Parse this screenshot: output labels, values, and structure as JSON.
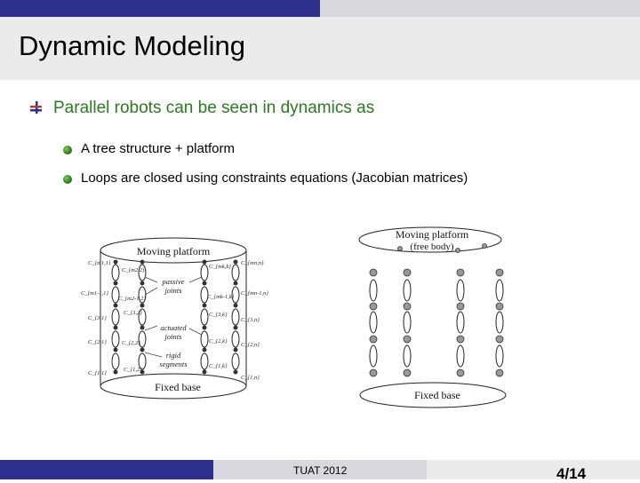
{
  "slide": {
    "title": "Dynamic Modeling",
    "main_bullet": "Parallel robots can be seen in dynamics as",
    "sub_bullets": [
      "A tree structure + platform",
      "Loops are closed using constraints equations (Jacobian matrices)"
    ],
    "footer": "TUAT 2012",
    "page_number": "4/14"
  },
  "figure_left": {
    "platform_label": "Moving platform",
    "base_label": "Fixed base",
    "annotations": [
      "passive",
      "joints",
      "actuated",
      "joints",
      "rigid",
      "segments"
    ],
    "left_column_labels": [
      "C_{m1,1}",
      "C_{m1-1,1}",
      "C_{3,1}",
      "C_{2,1}",
      "C_{1,1}"
    ],
    "second_column_labels": [
      "C_{m2,2}",
      "C_{m2-1,2}",
      "C_{3,2}",
      "C_{2,2}",
      "C_{1,2}"
    ],
    "third_column_labels": [
      "C_{mk,k}",
      "C_{mk-1,k}",
      "C_{3,k}",
      "C_{2,k}",
      "C_{1,k}"
    ],
    "right_column_labels": [
      "C_{mn,n}",
      "C_{mn-1,n}",
      "C_{3,n}",
      "C_{2,n}",
      "C_{1,n}"
    ]
  },
  "figure_right": {
    "platform_label": "Moving platform",
    "platform_sublabel": "(free body)",
    "base_label": "Fixed base"
  },
  "colors": {
    "top_bar": "#2e2e8f",
    "bullet_text": "#2a7a1e",
    "title_band": "#ebebeb"
  }
}
